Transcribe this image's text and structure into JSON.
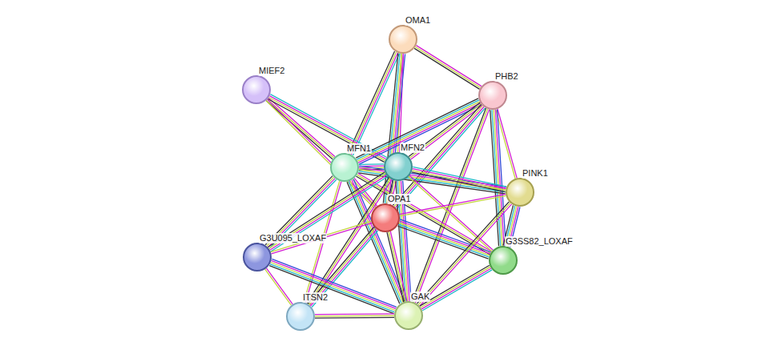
{
  "diagram": {
    "nodes": [
      {
        "text": [
          "OMA1"
        ]
      },
      {
        "text": [
          "MIEF2"
        ]
      },
      {
        "text": [
          "PHB2"
        ]
      },
      {
        "text": [
          "MFN1"
        ]
      },
      {
        "text": [
          "MFN2"
        ]
      },
      {
        "text": [
          "PINK1"
        ]
      },
      {
        "text": [
          "OPA1"
        ]
      },
      {
        "text": [
          "G3U095_LOXAF"
        ]
      },
      {
        "text": [
          "G3SS82_LOXAF"
        ]
      },
      {
        "text": [
          "ITSN2"
        ]
      },
      {
        "text": [
          "GAK"
        ]
      }
    ],
    "edges": [
      {
        "from": 0,
        "to": 2,
        "arrow": "none"
      },
      {
        "from": 0,
        "to": 3,
        "arrow": "none"
      },
      {
        "from": 0,
        "to": 4,
        "arrow": "none"
      },
      {
        "from": 0,
        "to": 6,
        "arrow": "none"
      },
      {
        "from": 1,
        "to": 3,
        "arrow": "none"
      },
      {
        "from": 1,
        "to": 4,
        "arrow": "none"
      },
      {
        "from": 1,
        "to": 6,
        "arrow": "none"
      },
      {
        "from": 2,
        "to": 3,
        "arrow": "none"
      },
      {
        "from": 2,
        "to": 4,
        "arrow": "none"
      },
      {
        "from": 2,
        "to": 6,
        "arrow": "none"
      },
      {
        "from": 2,
        "to": 5,
        "arrow": "none"
      },
      {
        "from": 2,
        "to": 8,
        "arrow": "none"
      },
      {
        "from": 2,
        "to": 10,
        "arrow": "none"
      },
      {
        "from": 3,
        "to": 4,
        "arrow": "none"
      },
      {
        "from": 3,
        "to": 6,
        "arrow": "none"
      },
      {
        "from": 3,
        "to": 5,
        "arrow": "none"
      },
      {
        "from": 3,
        "to": 8,
        "arrow": "none"
      },
      {
        "from": 3,
        "to": 7,
        "arrow": "none"
      },
      {
        "from": 3,
        "to": 9,
        "arrow": "none"
      },
      {
        "from": 3,
        "to": 10,
        "arrow": "none"
      },
      {
        "from": 4,
        "to": 6,
        "arrow": "none"
      },
      {
        "from": 4,
        "to": 5,
        "arrow": "none"
      },
      {
        "from": 4,
        "to": 8,
        "arrow": "none"
      },
      {
        "from": 4,
        "to": 10,
        "arrow": "none"
      },
      {
        "from": 4,
        "to": 9,
        "arrow": "none"
      },
      {
        "from": 4,
        "to": 7,
        "arrow": "none"
      },
      {
        "from": 6,
        "to": 5,
        "arrow": "none"
      },
      {
        "from": 6,
        "to": 8,
        "arrow": "none"
      },
      {
        "from": 6,
        "to": 10,
        "arrow": "none"
      },
      {
        "from": 6,
        "to": 9,
        "arrow": "none"
      },
      {
        "from": 6,
        "to": 7,
        "arrow": "none"
      },
      {
        "from": 5,
        "to": 8,
        "arrow": "none"
      },
      {
        "from": 5,
        "to": 10,
        "arrow": "none"
      },
      {
        "from": 8,
        "to": 10,
        "arrow": "none"
      },
      {
        "from": 7,
        "to": 9,
        "arrow": "none"
      },
      {
        "from": 7,
        "to": 10,
        "arrow": "none"
      },
      {
        "from": 9,
        "to": 10,
        "arrow": "none"
      }
    ]
  }
}
